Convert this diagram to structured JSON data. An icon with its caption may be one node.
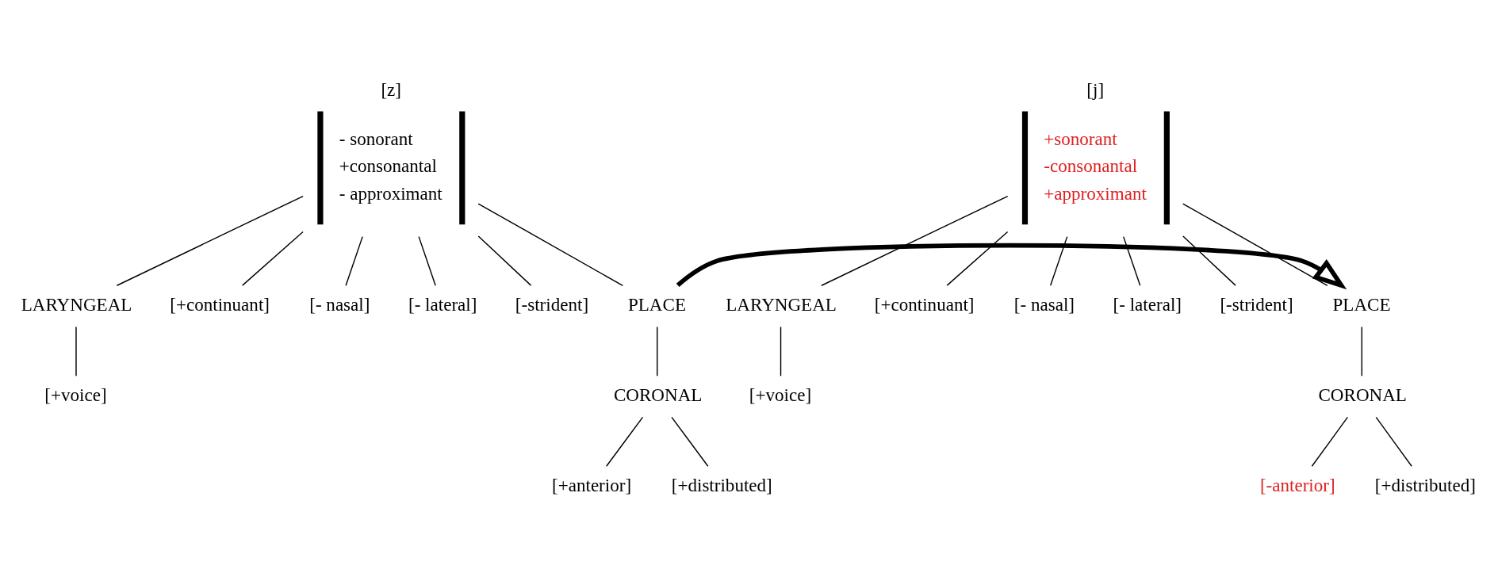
{
  "diagram": {
    "nodes": [
      {
        "text": [
          "[z]",
          "- sonorant",
          "+consonantal",
          "- approximant"
        ]
      },
      {
        "text": [
          "LARYNGEAL"
        ]
      },
      {
        "text": [
          "[+voice]"
        ]
      },
      {
        "text": [
          "[+continuant]"
        ]
      },
      {
        "text": [
          "[- nasal]"
        ]
      },
      {
        "text": [
          "[- lateral]"
        ]
      },
      {
        "text": [
          "[-strident]"
        ]
      },
      {
        "text": [
          "PLACE"
        ]
      },
      {
        "text": [
          "CORONAL"
        ]
      },
      {
        "text": [
          "[+anterior]"
        ]
      },
      {
        "text": [
          "[+distributed]"
        ]
      },
      {
        "text": [
          "[j]",
          "+sonorant",
          "-consonantal",
          "+approximant"
        ]
      },
      {
        "text": [
          "LARYNGEAL"
        ]
      },
      {
        "text": [
          "[+voice]"
        ]
      },
      {
        "text": [
          "[+continuant]"
        ]
      },
      {
        "text": [
          "[- nasal]"
        ]
      },
      {
        "text": [
          "[- lateral]"
        ]
      },
      {
        "text": [
          "[-strident]"
        ]
      },
      {
        "text": [
          "PLACE"
        ]
      },
      {
        "text": [
          "CORONAL"
        ]
      },
      {
        "text": [
          "[-anterior]"
        ]
      },
      {
        "text": [
          "[+distributed]"
        ]
      }
    ],
    "edges": [
      {
        "from": 0,
        "to": 1,
        "arrow": "none"
      },
      {
        "from": 0,
        "to": 7,
        "arrow": "none"
      },
      {
        "from": 0,
        "to": 3,
        "arrow": "none"
      },
      {
        "from": 0,
        "to": 4,
        "arrow": "none"
      },
      {
        "from": 0,
        "to": 5,
        "arrow": "none"
      },
      {
        "from": 0,
        "to": 6,
        "arrow": "none"
      },
      {
        "from": 1,
        "to": 2,
        "arrow": "none"
      },
      {
        "from": 7,
        "to": 8,
        "arrow": "none"
      },
      {
        "from": 8,
        "to": 9,
        "arrow": "none"
      },
      {
        "from": 8,
        "to": 10,
        "arrow": "none"
      },
      {
        "from": 11,
        "to": 12,
        "arrow": "none"
      },
      {
        "from": 11,
        "to": 18,
        "arrow": "none"
      },
      {
        "from": 11,
        "to": 14,
        "arrow": "none"
      },
      {
        "from": 11,
        "to": 15,
        "arrow": "none"
      },
      {
        "from": 11,
        "to": 16,
        "arrow": "none"
      },
      {
        "from": 11,
        "to": 17,
        "arrow": "none"
      },
      {
        "from": 12,
        "to": 13,
        "arrow": "none"
      },
      {
        "from": 18,
        "to": 19,
        "arrow": "none"
      },
      {
        "from": 19,
        "to": 20,
        "arrow": "none"
      },
      {
        "from": 19,
        "to": 21,
        "arrow": "none"
      },
      {
        "from": 7,
        "to": 18,
        "arrow": "to",
        "style": "thick"
      }
    ]
  }
}
